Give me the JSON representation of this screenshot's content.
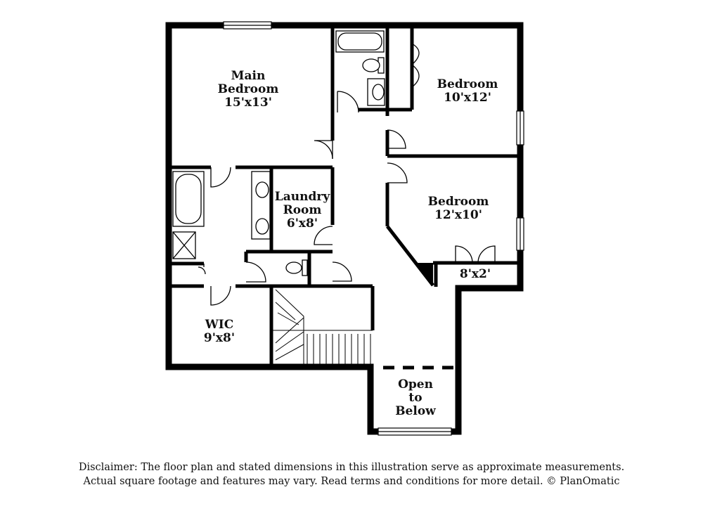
{
  "rooms": {
    "main_bedroom": {
      "name_line1": "Main",
      "name_line2": "Bedroom",
      "size": "15'x13'"
    },
    "bedroom_2": {
      "name": "Bedroom",
      "size": "10'x12'"
    },
    "bedroom_3": {
      "name": "Bedroom",
      "size": "12'x10'"
    },
    "laundry": {
      "name_line1": "Laundry",
      "name_line2": "Room",
      "size": "6'x8'"
    },
    "closet": {
      "size": "8'x2'"
    },
    "wic": {
      "name": "WIC",
      "size": "9'x8'"
    },
    "open_below": {
      "line1": "Open",
      "line2": "to",
      "line3": "Below"
    }
  },
  "disclaimer": {
    "line1": "Disclaimer: The floor plan and stated dimensions in this illustration serve as approximate measurements.",
    "line2": "Actual square footage and features may vary. Read terms and conditions for more detail. © PlanOmatic"
  }
}
